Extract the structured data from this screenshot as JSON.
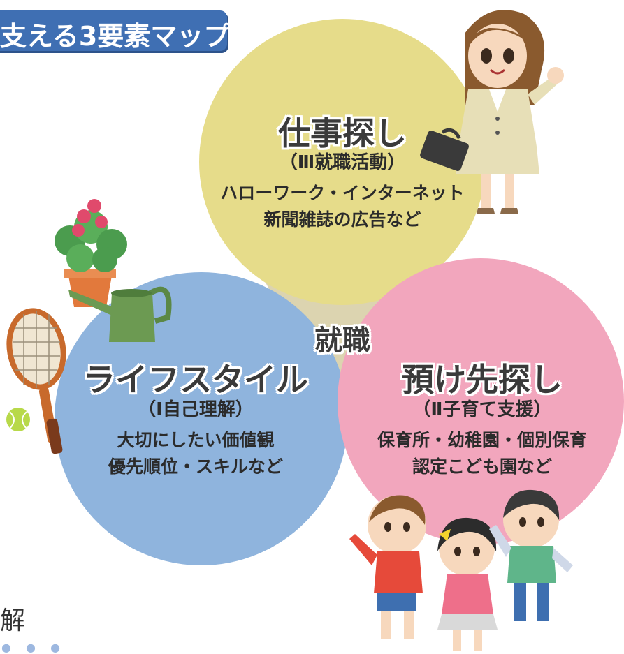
{
  "banner": {
    "text": "支える3要素マップ"
  },
  "center": {
    "label": "就職"
  },
  "circles": [
    {
      "id": "job-search",
      "title": "仕事探し",
      "subtitle": "（Ⅲ就職活動）",
      "lines": [
        "ハローワーク・インターネット",
        "新聞雑誌の広告など"
      ],
      "color": "#e6dc8a"
    },
    {
      "id": "lifestyle",
      "title": "ライフスタイル",
      "subtitle": "（Ⅰ自己理解）",
      "lines": [
        "大切にしたい価値観",
        "優先順位・スキルなど"
      ],
      "color": "#8fb4dd"
    },
    {
      "id": "childcare",
      "title": "預け先探し",
      "subtitle": "（Ⅱ子育て支援）",
      "lines": [
        "保育所・幼稚園・個別保育",
        "認定こども園など"
      ],
      "color": "#f2a6bd"
    }
  ],
  "center_color": "#dcd4b0",
  "side_label": "解",
  "icons": [
    "businesswoman-icon",
    "briefcase-icon",
    "flower-pot-icon",
    "watering-can-icon",
    "tennis-racket-icon",
    "tennis-ball-icon",
    "children-icon"
  ]
}
